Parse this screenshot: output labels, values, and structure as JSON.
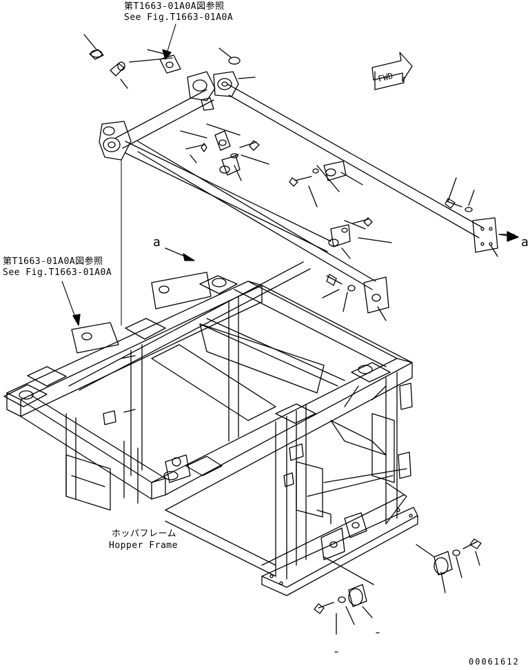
{
  "refs": {
    "top": {
      "jp": "第T1663-01A0A図参照",
      "en": "See Fig.T1663-01A0A"
    },
    "left": {
      "jp": "第T1663-01A0A図参照",
      "en": "See Fig.T1663-01A0A"
    }
  },
  "fwd": "FWD",
  "view_marker": "a",
  "frame_label": {
    "jp": "ホッパフレーム",
    "en": "Hopper Frame"
  },
  "drawing_number": "00061612"
}
